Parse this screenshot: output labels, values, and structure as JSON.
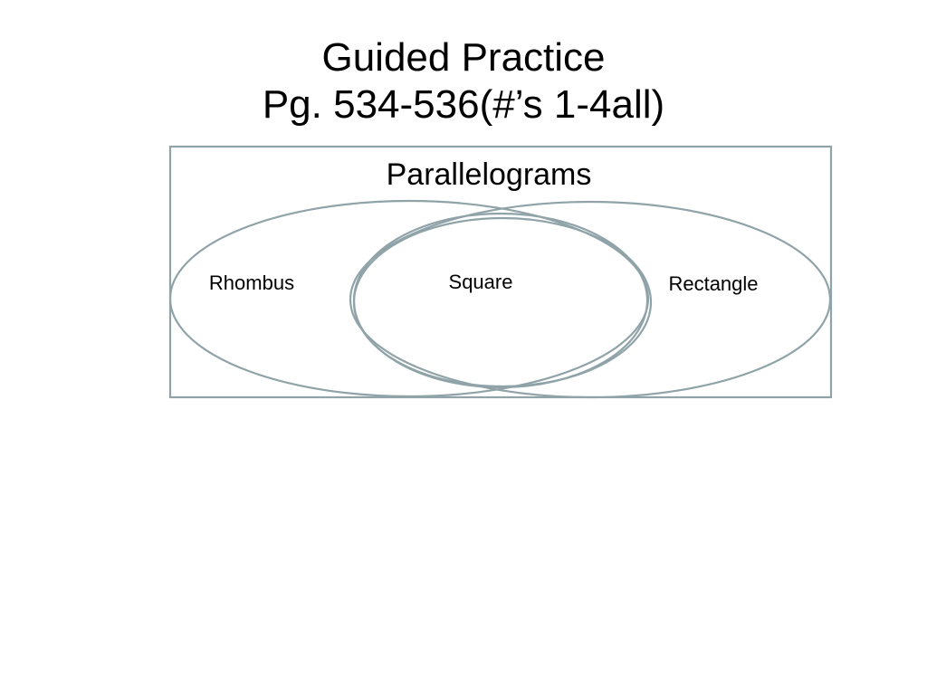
{
  "title": {
    "line1": "Guided Practice",
    "line2": "Pg. 534-536(#’s 1-4all)"
  },
  "diagram": {
    "outer_label": "Parallelograms",
    "left_label": "Rhombus",
    "center_label": "Square",
    "right_label": "Rectangle",
    "stroke_color": "#8fa3a8"
  }
}
